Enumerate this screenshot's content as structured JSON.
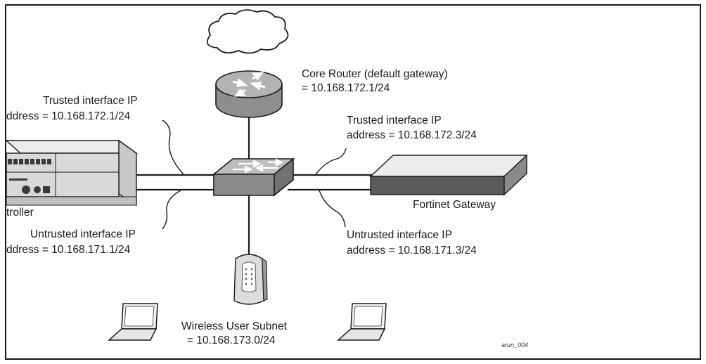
{
  "router": {
    "line1": "Core Router (default gateway)",
    "line2": "= 10.168.172.1/24"
  },
  "controller": {
    "name": "troller",
    "trusted_line1": "Trusted interface IP",
    "trusted_line2": "ddress = 10.168.172.1/24",
    "untrusted_line1": "Untrusted interface IP",
    "untrusted_line2": "ddress = 10.168.171.1/24"
  },
  "gateway": {
    "name": "Fortinet Gateway",
    "trusted_line1": "Trusted interface IP",
    "trusted_line2": "address = 10.168.172.3/24",
    "untrusted_line1": "Untrusted interface IP",
    "untrusted_line2": "address = 10.168.171.3/24"
  },
  "wireless": {
    "line1": "Wireless User Subnet",
    "line2": "= 10.168.173.0/24"
  },
  "figure_tag": "arun_004",
  "colors": {
    "stroke": "#1a1a1a",
    "device_fill": "#d9d9d9",
    "device_top": "#ececec",
    "gateway_front": "#5a5a5a",
    "router_fill": "#a9a9a9"
  }
}
